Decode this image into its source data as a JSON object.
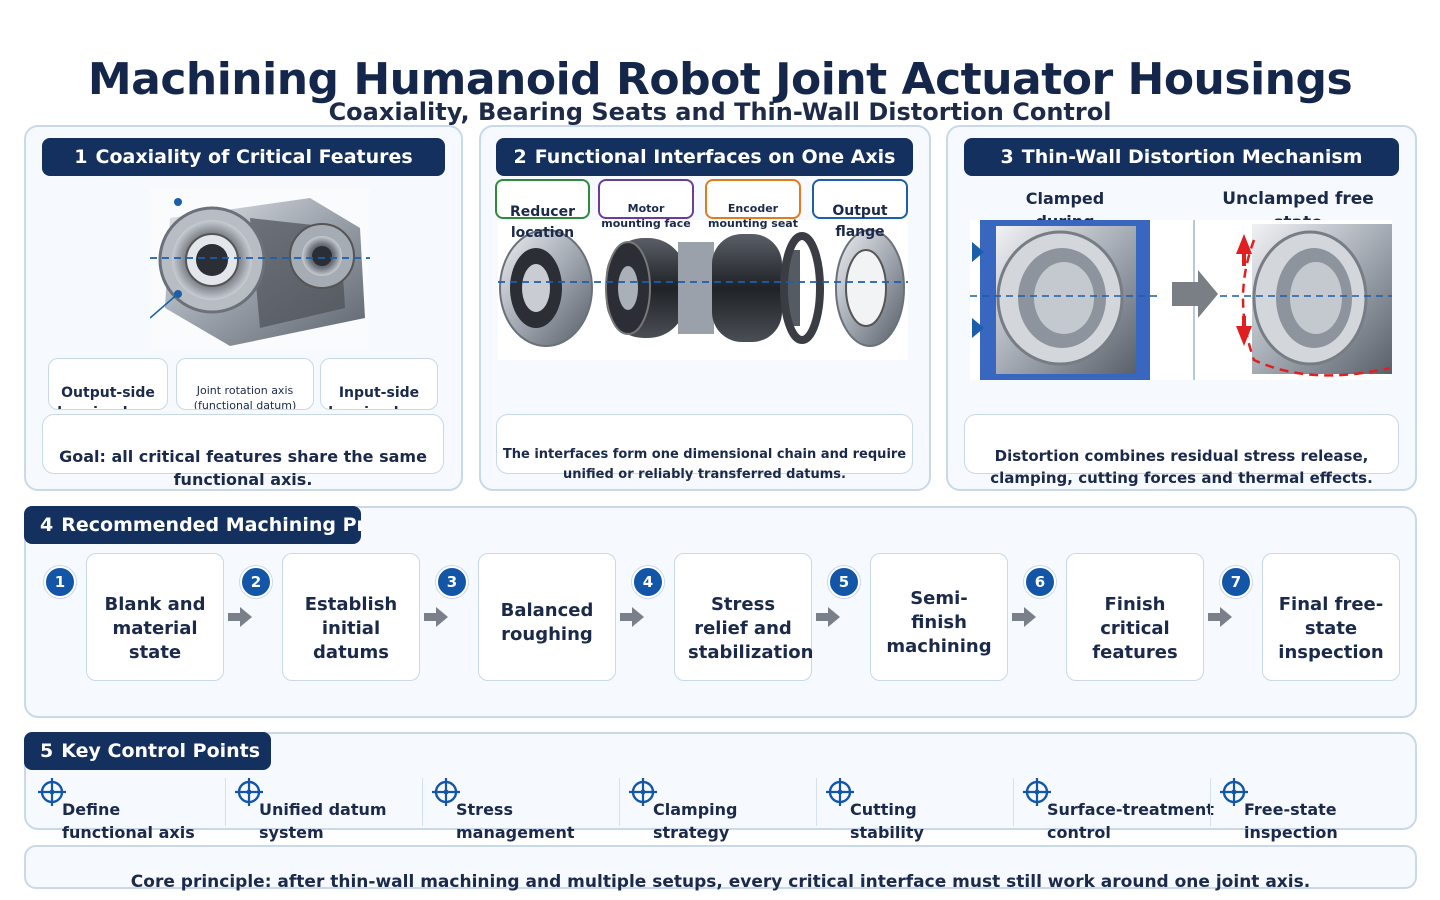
{
  "title": "Machining Humanoid Robot Joint Actuator Housings",
  "subtitle": "Coaxiality, Bearing Seats and Thin-Wall Distortion Control",
  "panel1": {
    "num": "1",
    "heading": "Coaxiality of Critical Features",
    "labels": {
      "output": "Output-side bearing bore",
      "axis": "Joint rotation axis (functional datum)",
      "input": "Input-side bearing bore"
    },
    "goal": "Goal: all critical features share the same functional axis."
  },
  "panel2": {
    "num": "2",
    "heading": "Functional Interfaces on One Axis",
    "tags": [
      {
        "text": "Reducer location",
        "color": "#2e8b3e"
      },
      {
        "text": "Motor mounting face",
        "color": "#6a3d9a"
      },
      {
        "text": "Encoder mounting seat",
        "color": "#e07b1f"
      },
      {
        "text": "Output flange",
        "color": "#1c5fa8"
      }
    ],
    "note": "The interfaces form one dimensional chain and require unified or reliably transferred datums."
  },
  "panel3": {
    "num": "3",
    "heading": "Thin-Wall Distortion Mechanism",
    "clamped": "Clamped during machining",
    "unclamped": "Unclamped free state",
    "note": "Distortion combines residual stress release, clamping, cutting forces and thermal effects."
  },
  "panel4": {
    "num": "4",
    "heading": "Recommended Machining Process",
    "steps": [
      {
        "num": "1",
        "label": "Blank and material state"
      },
      {
        "num": "2",
        "label": "Establish initial datums"
      },
      {
        "num": "3",
        "label": "Balanced roughing"
      },
      {
        "num": "4",
        "label": "Stress relief and stabilization"
      },
      {
        "num": "5",
        "label": "Semi-finish machining"
      },
      {
        "num": "6",
        "label": "Finish critical features"
      },
      {
        "num": "7",
        "label": "Final free-state inspection"
      }
    ]
  },
  "panel5": {
    "num": "5",
    "heading": "Key Control Points",
    "points": [
      {
        "line1": "Define",
        "line2": "functional axis"
      },
      {
        "line1": "Unified datum",
        "line2": "system"
      },
      {
        "line1": "Stress",
        "line2": "management"
      },
      {
        "line1": "Clamping",
        "line2": "strategy"
      },
      {
        "line1": "Cutting",
        "line2": "stability"
      },
      {
        "line1": "Surface-treatment",
        "line2": "control"
      },
      {
        "line1": "Free-state",
        "line2": "inspection"
      }
    ]
  },
  "core": "Core principle: after thin-wall machining and multiple setups, every critical interface must still work around one joint axis.",
  "colors": {
    "navy": "#13305f",
    "accent_blue": "#1356a8",
    "border": "#c9d8ea",
    "red": "#e02020"
  }
}
